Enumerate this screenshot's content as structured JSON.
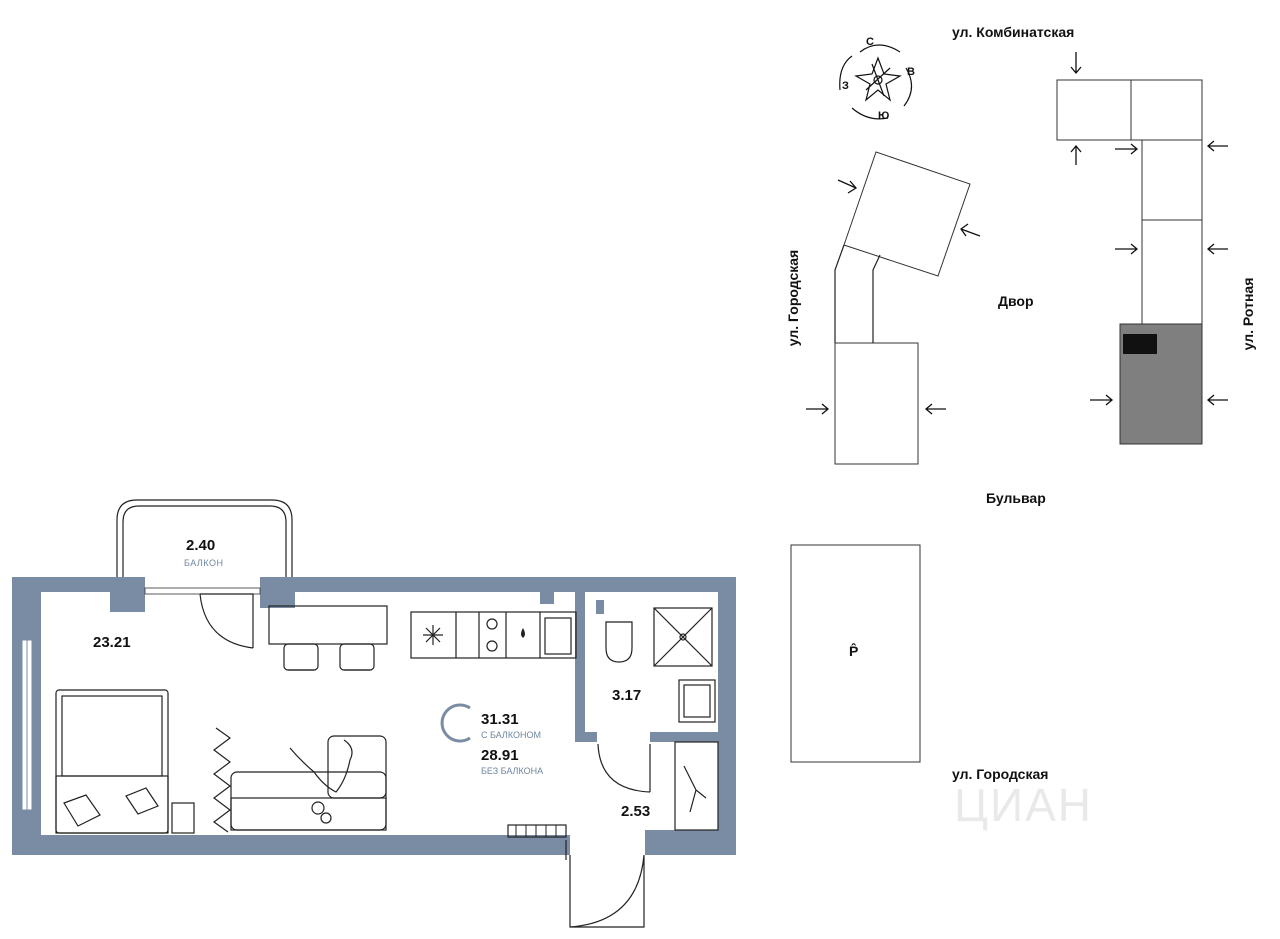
{
  "floorplan": {
    "balcony": {
      "area": "2.40",
      "label": "БАЛКОН"
    },
    "living_room": {
      "area": "23.21"
    },
    "bathroom": {
      "area": "3.17"
    },
    "hall": {
      "area": "2.53"
    },
    "apartment": {
      "type_letter": "С",
      "area_with_balcony": "31.31",
      "with_balcony_label": "С БАЛКОНОМ",
      "area_without_balcony": "28.91",
      "without_balcony_label": "БЕЗ БАЛКОНА"
    },
    "wall_color": "#7a8ca4"
  },
  "site_plan": {
    "streets": {
      "top": "ул. Комбинатская",
      "left": "ул. Городская",
      "right": "ул. Ротная",
      "bottom": "ул. Городская"
    },
    "yard_label": "Двор",
    "boulevard_label": "Бульвар",
    "parking_label": "P̂",
    "compass": {
      "north": "С",
      "east": "В",
      "south": "Ю",
      "west": "З"
    },
    "highlight_color": "#7f7f7f"
  },
  "watermark": "ЦИАН"
}
